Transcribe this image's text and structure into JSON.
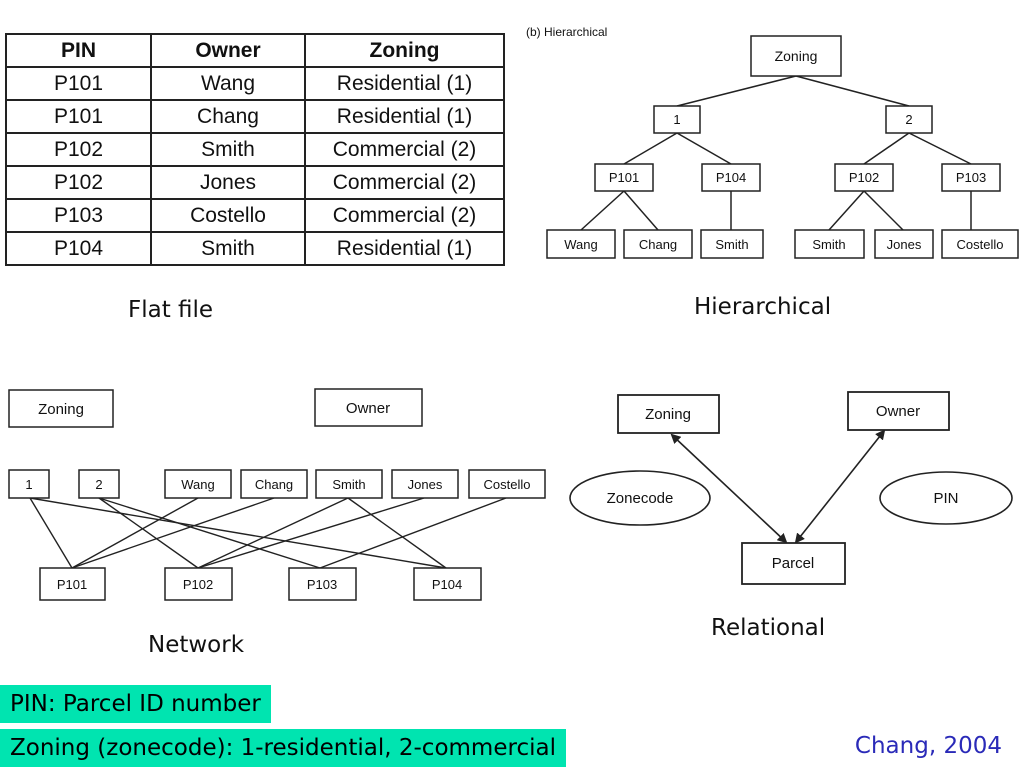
{
  "flat_file": {
    "headers": [
      "PIN",
      "Owner",
      "Zoning"
    ],
    "rows": [
      [
        "P101",
        "Wang",
        "Residential (1)"
      ],
      [
        "P101",
        "Chang",
        "Residential (1)"
      ],
      [
        "P102",
        "Smith",
        "Commercial (2)"
      ],
      [
        "P102",
        "Jones",
        "Commercial (2)"
      ],
      [
        "P103",
        "Costello",
        "Commercial (2)"
      ],
      [
        "P104",
        "Smith",
        "Residential (1)"
      ]
    ],
    "caption": "Flat file"
  },
  "hierarchical": {
    "subtitle": "(b) Hierarchical",
    "root": "Zoning",
    "level1": [
      "1",
      "2"
    ],
    "level2": [
      "P101",
      "P104",
      "P102",
      "P103"
    ],
    "level3": [
      "Wang",
      "Chang",
      "Smith",
      "Smith",
      "Jones",
      "Costello"
    ],
    "caption": "Hierarchical"
  },
  "network": {
    "headers": [
      "Zoning",
      "Owner"
    ],
    "zones": [
      "1",
      "2"
    ],
    "owners": [
      "Wang",
      "Chang",
      "Smith",
      "Jones",
      "Costello"
    ],
    "parcels": [
      "P101",
      "P102",
      "P103",
      "P104"
    ],
    "caption": "Network"
  },
  "relational": {
    "entities": [
      "Zoning",
      "Owner",
      "Parcel"
    ],
    "attributes": [
      "Zonecode",
      "PIN"
    ],
    "caption": "Relational"
  },
  "notes": {
    "pin": "PIN: Parcel ID number",
    "zoning": "Zoning (zonecode): 1-residential, 2-commercial"
  },
  "citation": "Chang, 2004"
}
